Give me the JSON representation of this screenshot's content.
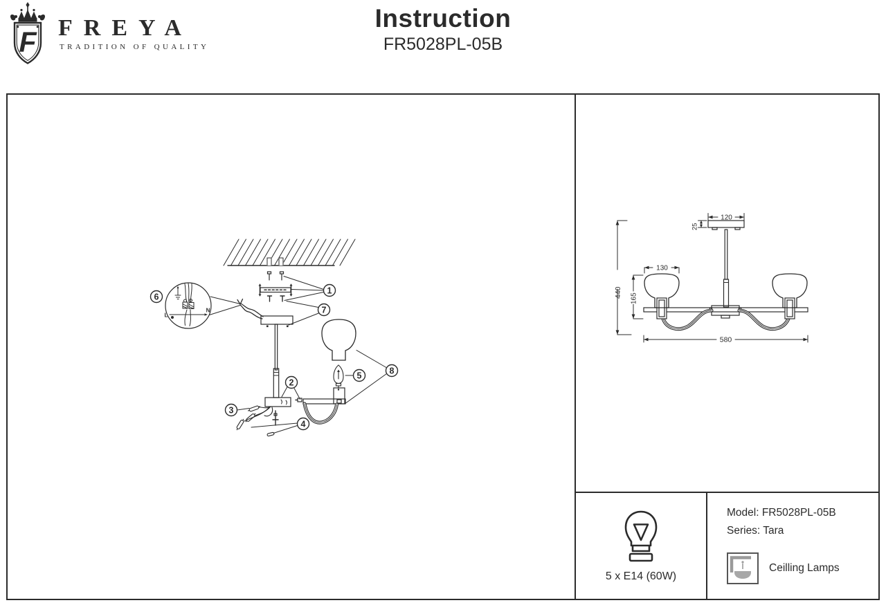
{
  "header": {
    "brand": "FREYA",
    "tagline": "TRADITION OF QUALITY",
    "monogram": "F",
    "title": "Instruction",
    "model_code": "FR5028PL-05B"
  },
  "assembly": {
    "callouts": {
      "c1": "1",
      "c2": "2",
      "c3": "3",
      "c4": "4",
      "c5": "5",
      "c6": "6",
      "c7": "7",
      "c8": "8"
    },
    "wire_labels": {
      "live": "L",
      "neutral": "N"
    }
  },
  "dimensions": {
    "canopy_width": "120",
    "canopy_height": "25",
    "fixture_height": "440",
    "shade_width": "130",
    "shade_height": "165",
    "fixture_width": "580"
  },
  "info": {
    "bulb_spec": "5 x E14 (60W)",
    "model": "Model: FR5028PL-05B",
    "series": "Series: Tara",
    "category": "Ceilling Lamps"
  },
  "colors": {
    "ink": "#2b2b2b",
    "icon_gray": "#9a9a9a"
  }
}
